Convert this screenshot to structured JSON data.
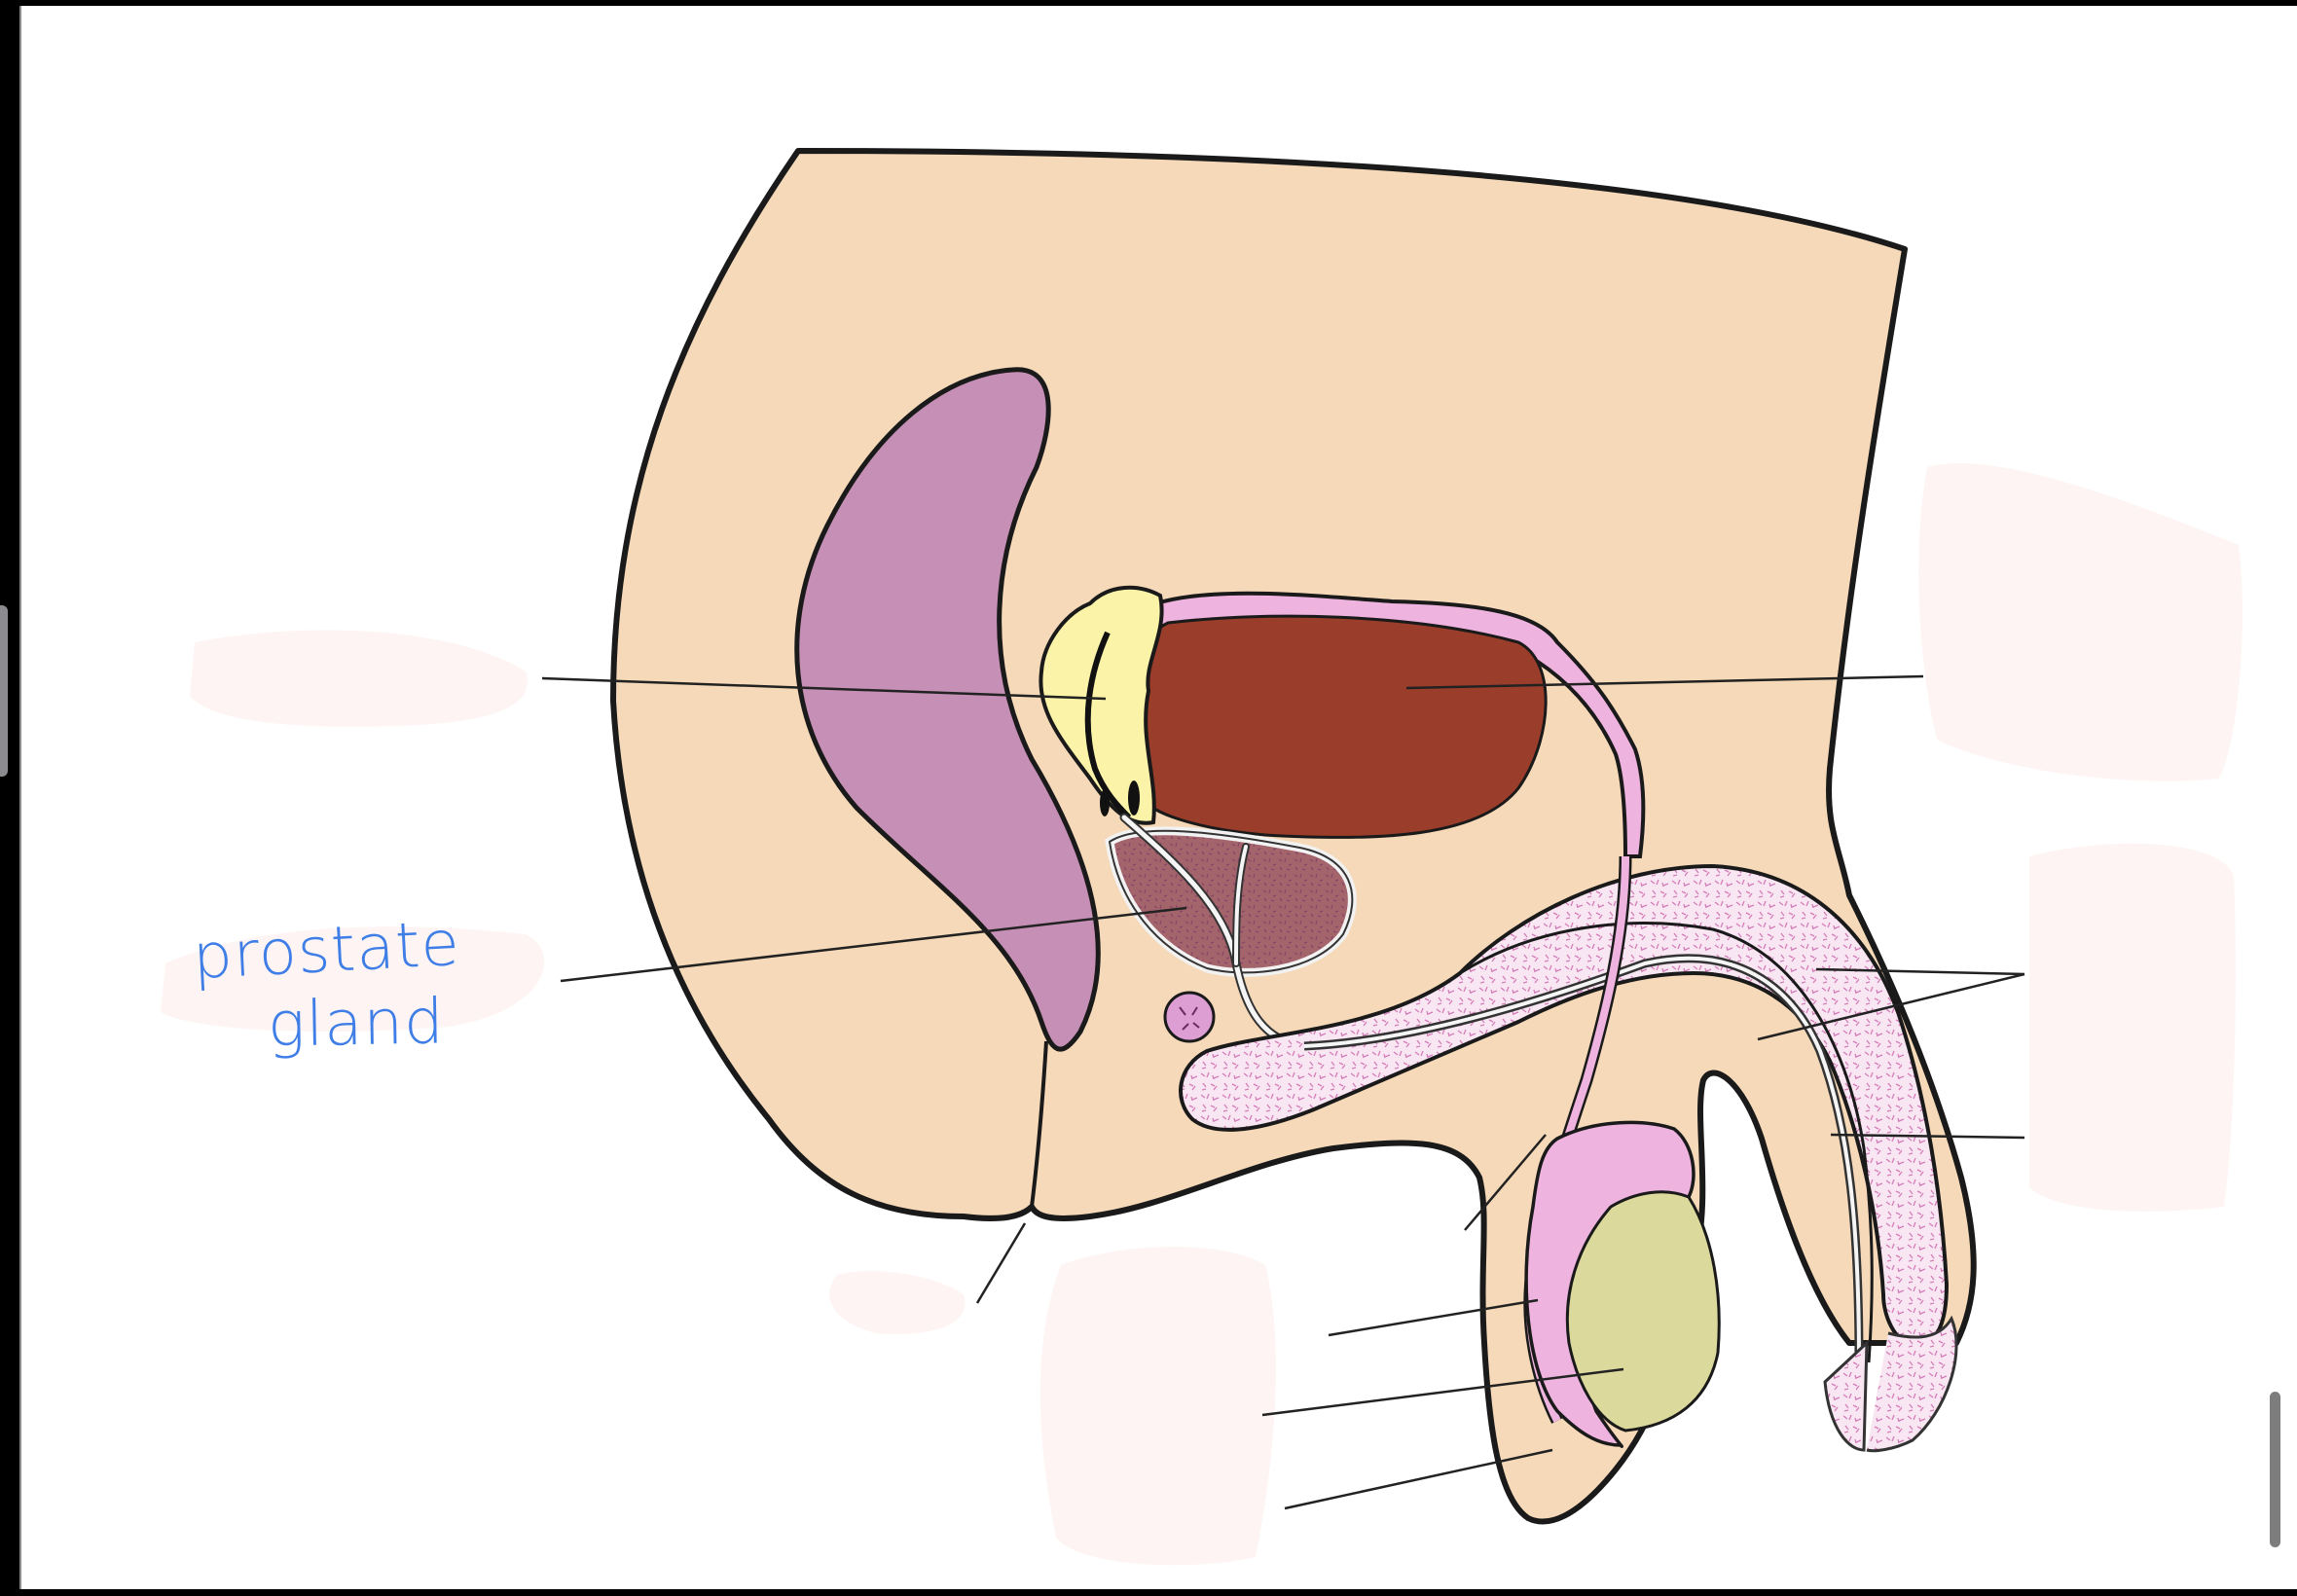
{
  "diagram": {
    "title": "Male reproductive system sagittal section",
    "colors": {
      "background": "#ffffff",
      "frame": "#000000",
      "skin": "#f5d9b8",
      "rectum": "#c68fb5",
      "bladder": "#9a3d2b",
      "bladder_wall": "#eeb3de",
      "seminal_vesicle": "#fbf3a8",
      "prostate": "#a4646c",
      "erectile_tissue": "#f8e3f1",
      "testis": "#dcd99d",
      "epididymis": "#eeb3de",
      "outline": "#1a1a1a",
      "handwriting": "#3f7ee6",
      "erased_patch": "#fdf5f4"
    },
    "annotations": [
      {
        "text_line1": "prostate",
        "text_line2": "gland",
        "target": "prostate"
      }
    ],
    "blank_labels": [
      {
        "target": "seminal-vesicle"
      },
      {
        "target": "urinary-bladder"
      },
      {
        "target": "corpus-cavernosum"
      },
      {
        "target": "corpus-spongiosum"
      },
      {
        "target": "urethra"
      },
      {
        "target": "ductus-deferens"
      },
      {
        "target": "epididymis"
      },
      {
        "target": "testis"
      },
      {
        "target": "scrotum"
      },
      {
        "target": "anus"
      }
    ]
  },
  "ui": {
    "scrollbar_icon": "vertical-scrollbar",
    "side_handle_icon": "side-panel-handle"
  }
}
